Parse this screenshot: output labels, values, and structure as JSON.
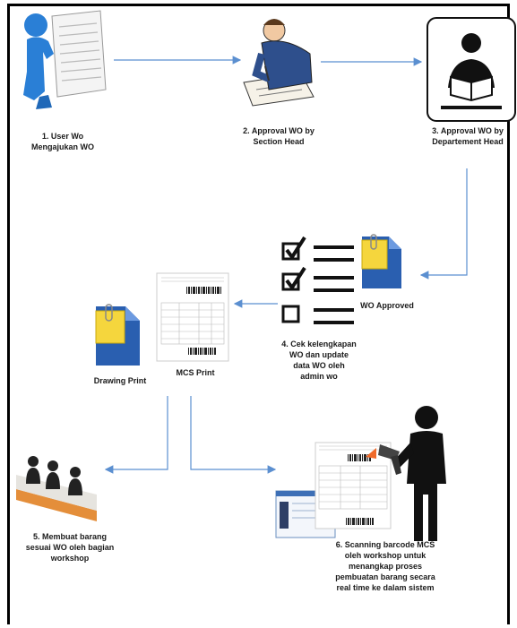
{
  "steps": {
    "step1": "1. User Wo\nMengajukan WO",
    "step2": "2. Approval WO by\nSection Head",
    "step3": "3. Approval WO by\nDepartement Head",
    "wo_approved": "WO Approved",
    "step4": "4. Cek kelengkapan\nWO  dan update\ndata WO oleh\nadmin wo",
    "mcs_print": "MCS Print",
    "drawing_print": "Drawing Print",
    "step5": "5. Membuat barang\nsesuai WO oleh bagian\nworkshop",
    "step6": "6. Scanning barcode MCS\noleh workshop untuk\nmenangkap proses\npembuatan barang secara\nreal time ke dalam sistem"
  },
  "colors": {
    "arrow": "#5b8fd0",
    "person_blue": "#2a7fd6",
    "folder_blue": "#2a5fb0",
    "note_yellow": "#f5d63d"
  },
  "icons": [
    "user-with-document-icon",
    "person-writing-icon",
    "reader-icon",
    "checklist-icon",
    "folder-note-icon",
    "mcs-document-icon",
    "workers-icon",
    "barcode-scanner-person-icon",
    "software-window-icon"
  ]
}
